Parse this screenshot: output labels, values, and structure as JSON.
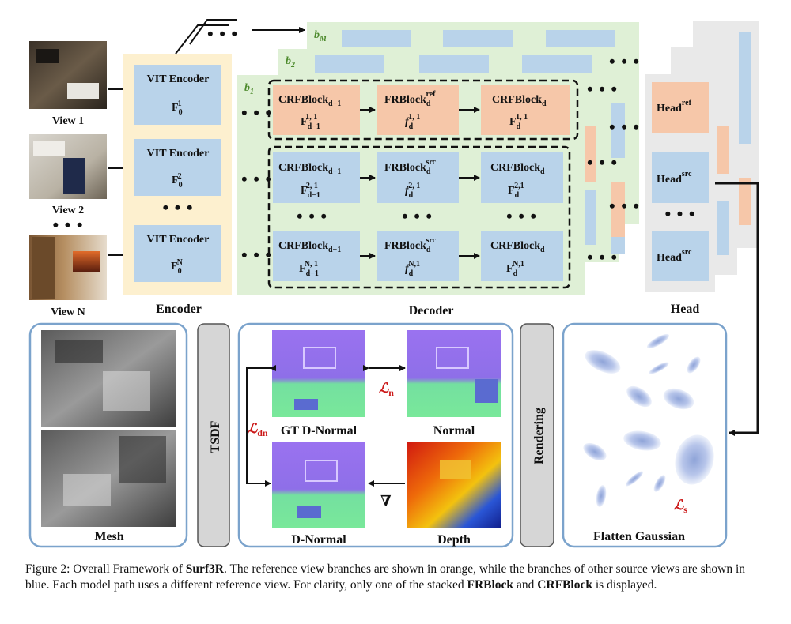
{
  "views": [
    {
      "label": "View 1",
      "sup": "1"
    },
    {
      "label": "View 2",
      "sup": "2"
    },
    {
      "label": "View N",
      "sup": "N"
    }
  ],
  "encoder": {
    "block_title": "VIT Encoder",
    "feature": "F",
    "sub": "0",
    "label": "Encoder"
  },
  "stack": {
    "b_letter": "b",
    "b1_sub": "1",
    "b2_sub": "2",
    "bM_sub": "M"
  },
  "decoder": {
    "label": "Decoder",
    "crf_prev": "CRFBlock",
    "crf_prev_sub": "d−1",
    "fr": "FRBlock",
    "fr_sub": "d",
    "fr_sup_ref": "ref",
    "fr_sup_src": "src",
    "crf": "CRFBlock",
    "crf_sub": "d",
    "feat_F": "F",
    "feat_f": "f",
    "rows": [
      {
        "sup": "1, 1",
        "sup_c": "1, 1"
      },
      {
        "sup": "2, 1",
        "sup_c": "2,1"
      },
      {
        "sup": "N, 1",
        "sup_c": "N,1"
      }
    ],
    "fr_sups": [
      "1, 1",
      "2, 1",
      "N,1"
    ]
  },
  "head": {
    "label": "Head",
    "name": "Head",
    "ref": "ref",
    "src": "src"
  },
  "panels": {
    "mesh": "Mesh",
    "tsdf": "TSDF",
    "rendering": "Rendering",
    "gt_dnormal": "GT D-Normal",
    "normal": "Normal",
    "dnormal": "D-Normal",
    "depth": "Depth",
    "flatten": "Flatten Gaussian",
    "loss_L": "ℒ",
    "loss_n": "n",
    "loss_dn": "dn",
    "loss_s": "s",
    "nabla": "∇"
  },
  "caption": {
    "p1": "Figure 2: Overall Framework of ",
    "b1": "Surf3R",
    "p2": ". The reference view branches are shown in orange, while the branches of other source views are shown in blue. Each model path uses a different reference view. For clarity, only one of the stacked ",
    "b2": "FRBlock",
    "p3": " and ",
    "b3": "CRFBlock",
    "p4": " is displayed."
  },
  "colors": {
    "blue": "#b9d3ea",
    "orange": "#f6c7a9",
    "encoder_bg": "#fdf0cf",
    "decoder_bg": "#dff0d6",
    "head_bg": "#e9e9e9",
    "panel_border": "#7ba3cc",
    "loss_red": "#cc1a1a",
    "tsdf_gray": "#d6d6d6"
  }
}
